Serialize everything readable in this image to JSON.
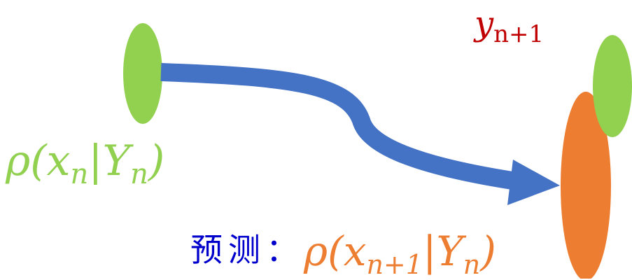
{
  "colors": {
    "green": "#92d050",
    "orange": "#ed7d31",
    "blue_arrow": "#4472c4",
    "dark_red": "#c00000",
    "label_blue": "#0000cc"
  },
  "labels": {
    "y_next": {
      "base": "y",
      "sub": "n+1"
    },
    "posterior": {
      "prefix": "ρ(x",
      "sub1": "n",
      "mid": "|Y",
      "sub2": "n",
      "suffix": ")"
    },
    "prediction": {
      "prefix": "预测：",
      "formula_prefix": "ρ(x",
      "sub1": "n+1",
      "mid": "|Y",
      "sub2": "n",
      "suffix": ")"
    }
  }
}
